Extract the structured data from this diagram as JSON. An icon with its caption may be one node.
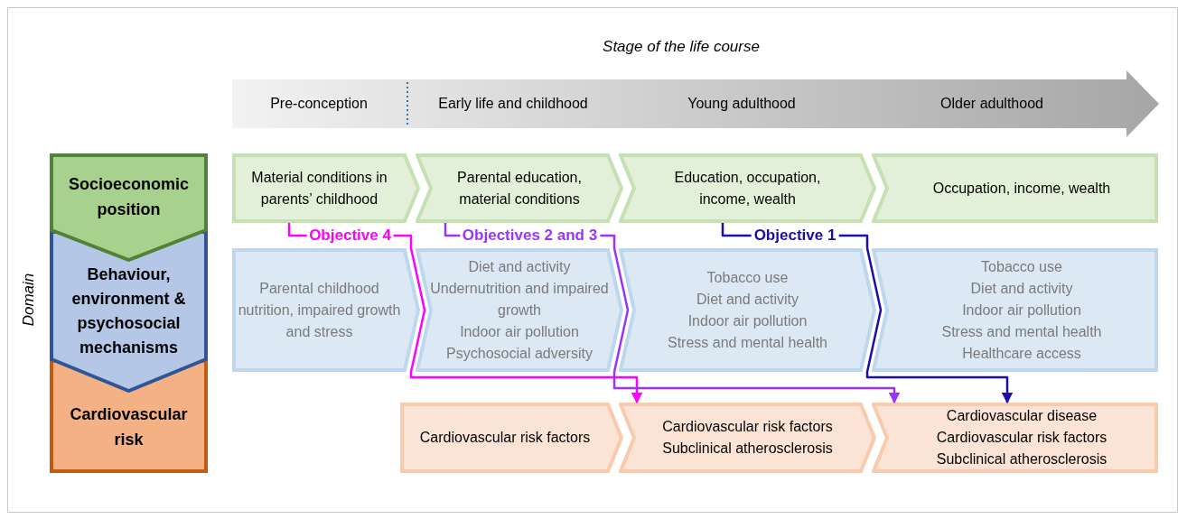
{
  "diagram": {
    "nodes": [
      {
        "text": [
          "Pre-conception",
          "Early life and childhood",
          "Young adulthood",
          "Older adulthood"
        ]
      },
      {
        "text": [
          "Socioeconomic position"
        ]
      },
      {
        "text": [
          "Behaviour, environment & psychosocial mechanisms"
        ]
      },
      {
        "text": [
          "Cardiovascular risk"
        ]
      },
      {
        "text": [
          "Material conditions in parents’ childhood"
        ]
      },
      {
        "text": [
          "Parental education, material conditions"
        ]
      },
      {
        "text": [
          "Education, occupation, income, wealth"
        ]
      },
      {
        "text": [
          "Occupation, income, wealth"
        ]
      },
      {
        "text": [
          "Parental childhood nutrition, impaired growth and stress"
        ]
      },
      {
        "text": [
          "Diet and activity",
          "Undernutrition and impaired growth",
          "Indoor air pollution",
          "Psychosocial adversity"
        ]
      },
      {
        "text": [
          "Tobacco use",
          "Diet and activity",
          "Indoor air pollution",
          "Stress and mental health"
        ]
      },
      {
        "text": [
          "Tobacco use",
          "Diet and activity",
          "Indoor air pollution",
          "Stress and mental health",
          "Healthcare access"
        ]
      },
      {
        "text": [
          "Cardiovascular risk factors"
        ]
      },
      {
        "text": [
          "Cardiovascular risk factors",
          "Subclinical atherosclerosis"
        ]
      },
      {
        "text": [
          "Cardiovascular disease",
          "Cardiovascular risk factors",
          "Subclinical atherosclerosis"
        ]
      }
    ],
    "edges": [
      {
        "from": 4,
        "to": 13,
        "arrow": "to",
        "label": "Objective 4",
        "color": "#ff00ff"
      },
      {
        "from": 5,
        "to": 14,
        "arrow": "to",
        "label": "Objectives 2 and 3",
        "color": "#9933ff"
      },
      {
        "from": 6,
        "to": 14,
        "arrow": "to",
        "label": "Objective 1",
        "color": "#1a0dab"
      }
    ],
    "labels": [
      "Stage of the life course",
      "Domain"
    ]
  }
}
